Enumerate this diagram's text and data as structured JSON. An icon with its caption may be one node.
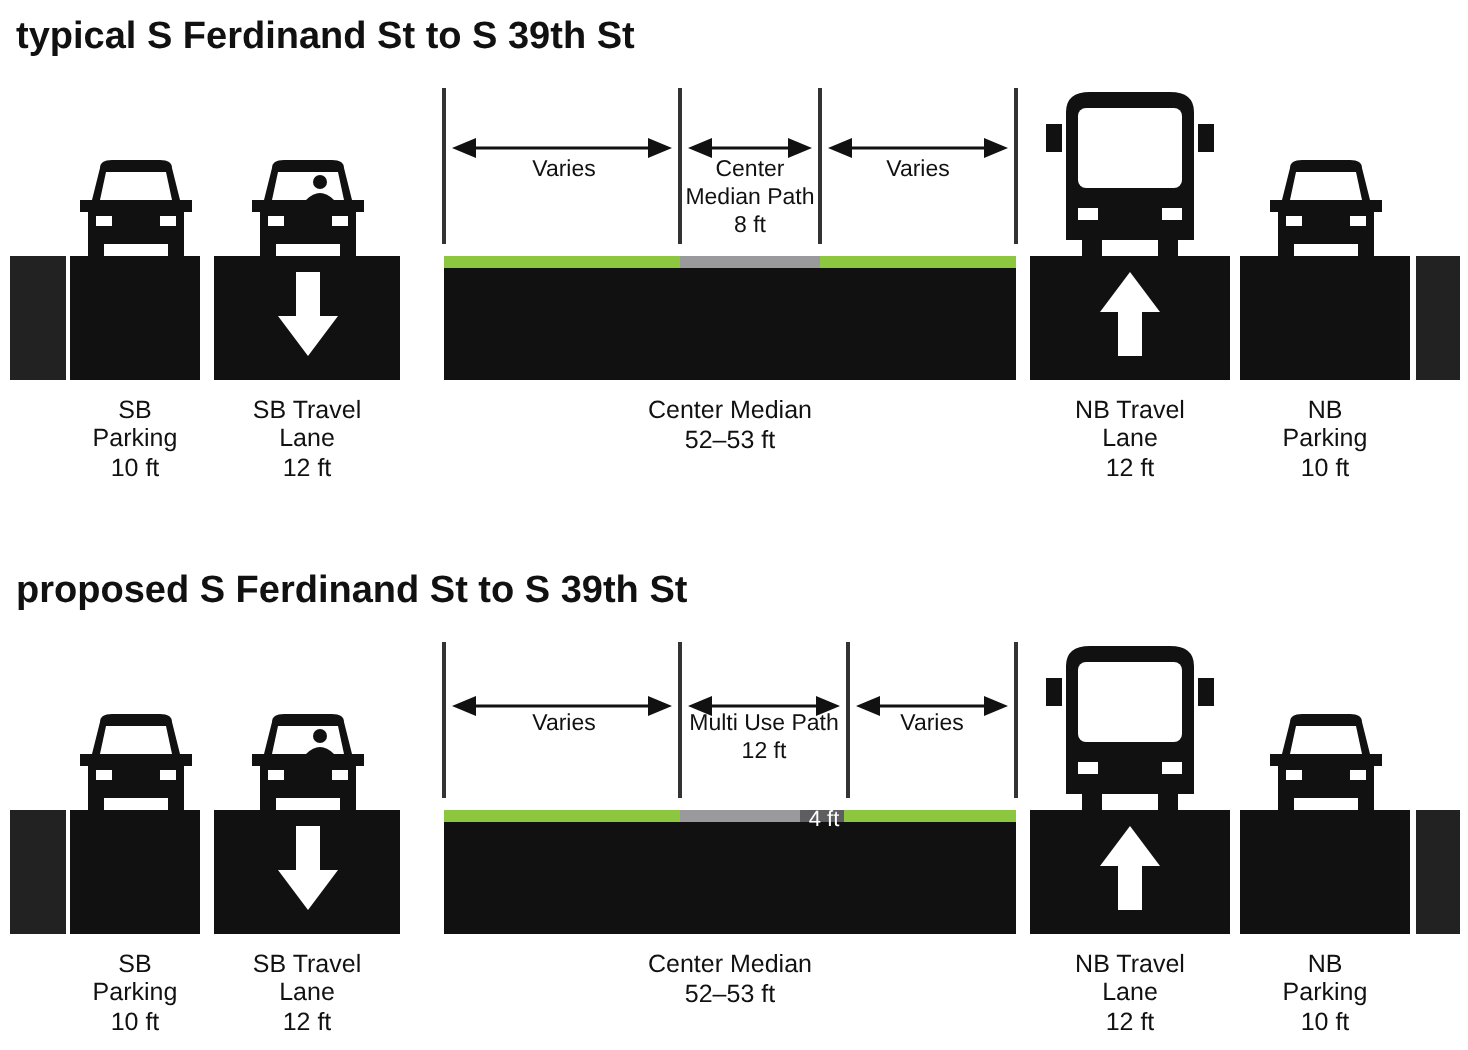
{
  "diagram": {
    "nodes": [
      {
        "text": [
          "SB Parking",
          "10 ft"
        ]
      },
      {
        "text": [
          "SB Travel Lane",
          "12 ft"
        ]
      },
      {
        "text": [
          "Center Median",
          "52–53 ft"
        ]
      },
      {
        "text": [
          "NB Travel Lane",
          "12 ft"
        ]
      },
      {
        "text": [
          "NB Parking",
          "10 ft"
        ]
      },
      {
        "text": [
          "SB Parking",
          "10 ft"
        ]
      },
      {
        "text": [
          "SB Travel Lane",
          "12 ft"
        ]
      },
      {
        "text": [
          "Center Median",
          "52–53 ft"
        ]
      },
      {
        "text": [
          "NB Travel Lane",
          "12 ft"
        ]
      },
      {
        "text": [
          "NB Parking",
          "10 ft"
        ]
      }
    ],
    "labels": [
      "typical S Ferdinand St to S 39th St",
      "Varies",
      "Center Median Path 8 ft",
      "Varies",
      "proposed S Ferdinand St to S 39th St",
      "Varies",
      "Multi Use Path 12 ft",
      "Varies",
      "4 ft"
    ]
  }
}
